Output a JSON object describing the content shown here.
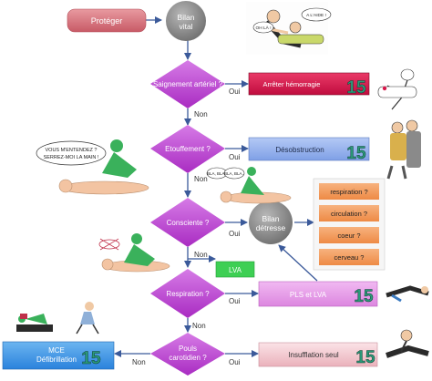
{
  "nodes": {
    "proteger": "Protéger",
    "bilan_vital": [
      "Bilan",
      "vital"
    ],
    "saignement": "Saignement artériel ?",
    "arreter": "Arrêter hémorragie",
    "etouffement": "Etouffement ?",
    "desobstruction": "Désobstruction",
    "consciente": "Consciente ?",
    "bilan_detresse": [
      "Bilan",
      "détresse"
    ],
    "respiration_q": "respiration ?",
    "circulation_q": "circulation ?",
    "coeur_q": "coeur ?",
    "cerveau_q": "cerveau ?",
    "lva": "LVA",
    "respiration": "Respiration ?",
    "pls_lva": "PLS et LVA",
    "pouls": [
      "Pouls",
      "carotidien ?"
    ],
    "insufflation": "Insufflation seul",
    "mce": [
      "MCE",
      "Défibrillation"
    ]
  },
  "edge_labels": {
    "oui": "Oui",
    "non": "Non"
  },
  "badges": {
    "number": "15"
  },
  "speech": {
    "a_laide": "A L'AIDE !",
    "oh_la": "OH LÀ !",
    "vous_mentendez": [
      "VOUS M'ENTENDEZ ?",
      "SERREZ-MOI LA MAIN !"
    ],
    "bla": [
      "BLA, BLA..",
      "BLA, BLA.."
    ]
  },
  "colors": {
    "proteger": "#d9717a",
    "circle": "#8a8a8a",
    "diamond": "#c246d8",
    "arreter": "#d8164a",
    "desobstruction": "#9ab5ef",
    "orange": "#f29a5a",
    "lva": "#3ecf54",
    "pink": "#e69be8",
    "light_pink": "#f2c7cf",
    "mce": "#3e97e8",
    "badge": "#2b9a7a",
    "arrow": "#3b5a9a"
  }
}
